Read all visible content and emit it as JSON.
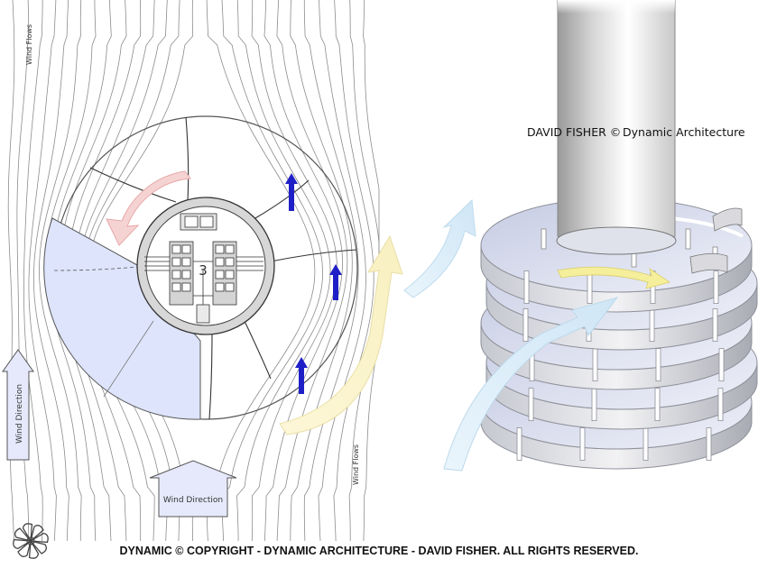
{
  "plan": {
    "wind_flows_top": "Wind Flows",
    "wind_flows_bottom": "Wind Flows",
    "wind_direction_side": "Wind Direction",
    "wind_direction_bottom": "Wind Direction",
    "core_number": "3"
  },
  "perspective": {
    "author": "DAVID FISHER ©",
    "brand": "Dynamic Architecture"
  },
  "footer": {
    "copyright": "DYNAMIC © COPYRIGHT - DYNAMIC ARCHITECTURE - DAVID FISHER. ALL RIGHTS RESERVED."
  },
  "colors": {
    "blade_fill": "#dde4fb",
    "rotation_arrow": "#f0b8b8",
    "wind_arrow": "#1f1fc8",
    "flow_yellow": "#fbf3c8",
    "flow_blue": "#d8ecf8",
    "plate_top": "#d7dbea",
    "plate_edge": "#b9bcc6"
  },
  "icons": [
    "logo-icon",
    "wind-direction-arrow-icon",
    "wind-arrow-icon"
  ]
}
